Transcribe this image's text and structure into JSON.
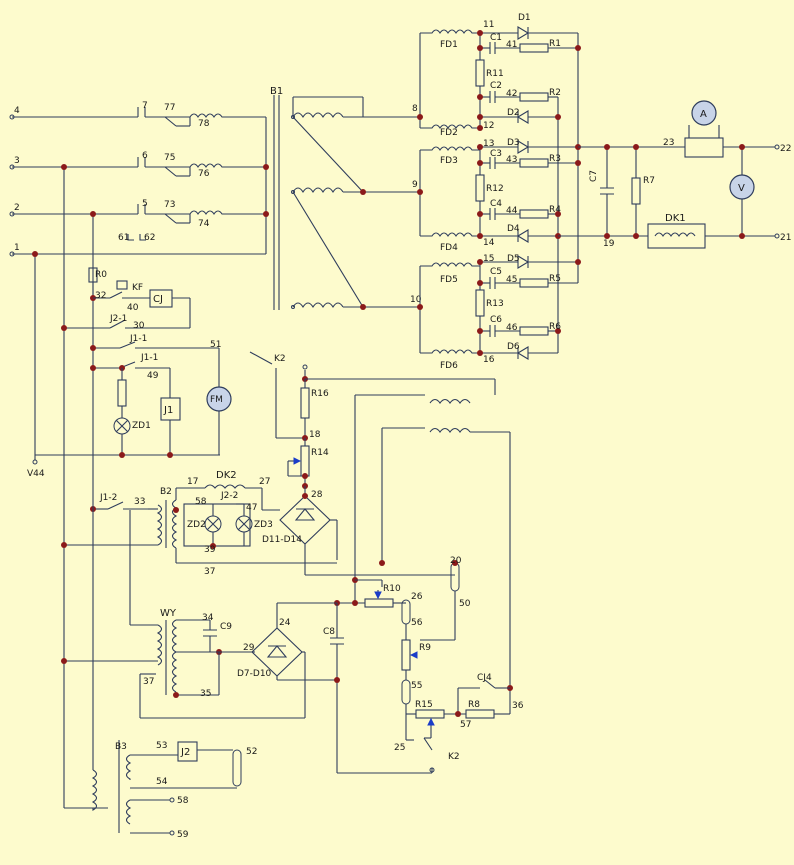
{
  "colors": {
    "background": "#fdfbcd",
    "wire": "#2f3d5c",
    "junction": "#8b1a1a",
    "meter": "#c8d4e8",
    "arrow": "#1a3cc8"
  },
  "labels": {
    "t4": "4",
    "t3": "3",
    "t2": "2",
    "t1": "1",
    "n7": "7",
    "n6": "6",
    "n5": "5",
    "n77": "77",
    "n78": "78",
    "n75": "75",
    "n76": "76",
    "n73": "73",
    "n74": "74",
    "n61": "61",
    "n62": "62",
    "B1": "B1",
    "n8": "8",
    "n9": "9",
    "n10": "10",
    "n11": "11",
    "n12": "12",
    "n13": "13",
    "n14": "14",
    "n15": "15",
    "n16": "16",
    "FD1": "FD1",
    "FD2": "FD2",
    "FD3": "FD3",
    "FD4": "FD4",
    "FD5": "FD5",
    "FD6": "FD6",
    "D1": "D1",
    "D2": "D2",
    "D3": "D3",
    "D4": "D4",
    "D5": "D5",
    "D6": "D6",
    "C1": "C1",
    "C2": "C2",
    "C3": "C3",
    "C4": "C4",
    "C5": "C5",
    "C6": "C6",
    "R1": "R1",
    "R2": "R2",
    "R3": "R3",
    "R4": "R4",
    "R5": "R5",
    "R6": "R6",
    "R11": "R11",
    "R12": "R12",
    "R13": "R13",
    "n41": "41",
    "n42": "42",
    "n43": "43",
    "n44": "44",
    "n45": "45",
    "n46": "46",
    "C7": "C7",
    "R7": "R7",
    "n19": "19",
    "n23": "23",
    "n22": "22",
    "n21": "21",
    "DK1": "DK1",
    "A": "A",
    "V": "V",
    "R0": "R0",
    "n32": "32",
    "KF": "KF",
    "CJ": "CJ",
    "n40": "40",
    "J2_1": "J2-1",
    "n30": "30",
    "J1_1a": "J1-1",
    "n51": "51",
    "J1_1b": "J1-1",
    "n49": "49",
    "J1": "J1",
    "FM": "FM",
    "ZD1": "ZD1",
    "V44": "V44",
    "K2": "K2",
    "R16": "R16",
    "n18": "18",
    "R14": "R14",
    "n28": "28",
    "D11_D14": "D11-D14",
    "J1_2": "J1-2",
    "n33": "33",
    "B2": "B2",
    "n17": "17",
    "DK2": "DK2",
    "n27": "27",
    "n58a": "58",
    "J2_2": "J2-2",
    "n47": "47",
    "ZD2": "ZD2",
    "ZD3": "ZD3",
    "n39": "39",
    "n37a": "37",
    "n20": "20",
    "R10": "R10",
    "n26": "26",
    "n50": "50",
    "n56": "56",
    "R9": "R9",
    "n55": "55",
    "CJ4": "CJ4",
    "n36": "36",
    "R15": "R15",
    "R8": "R8",
    "n57": "57",
    "n25": "25",
    "K2b": "K2",
    "WY": "WY",
    "n34": "34",
    "C9": "C9",
    "C8": "C8",
    "n24": "24",
    "n29": "29",
    "D7_D10": "D7-D10",
    "n37b": "37",
    "n35": "35",
    "B3": "B3",
    "n53": "53",
    "J2": "J2",
    "n52": "52",
    "n54": "54",
    "n58b": "58",
    "n59": "59"
  }
}
